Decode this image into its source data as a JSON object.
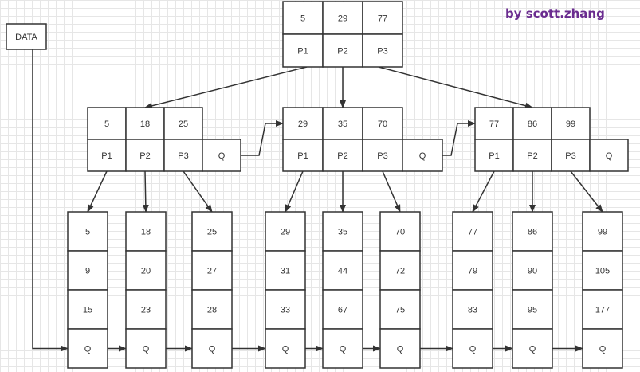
{
  "credit": "by scott.zhang",
  "credit_color": "#6a2c8f",
  "line_color": "#333333",
  "data_label": "DATA",
  "root": {
    "keys": [
      "5",
      "29",
      "77"
    ],
    "pointers": [
      "P1",
      "P2",
      "P3"
    ]
  },
  "internal_nodes": [
    {
      "keys": [
        "5",
        "18",
        "25"
      ],
      "pointers": [
        "P1",
        "P2",
        "P3",
        "Q"
      ]
    },
    {
      "keys": [
        "29",
        "35",
        "70"
      ],
      "pointers": [
        "P1",
        "P2",
        "P3",
        "Q"
      ]
    },
    {
      "keys": [
        "77",
        "86",
        "99"
      ],
      "pointers": [
        "P1",
        "P2",
        "P3",
        "Q"
      ]
    }
  ],
  "leaf_nodes": [
    {
      "keys": [
        "5",
        "9",
        "15"
      ],
      "next": "Q"
    },
    {
      "keys": [
        "18",
        "20",
        "23"
      ],
      "next": "Q"
    },
    {
      "keys": [
        "25",
        "27",
        "28"
      ],
      "next": "Q"
    },
    {
      "keys": [
        "29",
        "31",
        "33"
      ],
      "next": "Q"
    },
    {
      "keys": [
        "35",
        "44",
        "67"
      ],
      "next": "Q"
    },
    {
      "keys": [
        "70",
        "72",
        "75"
      ],
      "next": "Q"
    },
    {
      "keys": [
        "77",
        "79",
        "83"
      ],
      "next": "Q"
    },
    {
      "keys": [
        "86",
        "90",
        "95"
      ],
      "next": "Q"
    },
    {
      "keys": [
        "99",
        "105",
        "177"
      ],
      "next": "Q"
    }
  ]
}
